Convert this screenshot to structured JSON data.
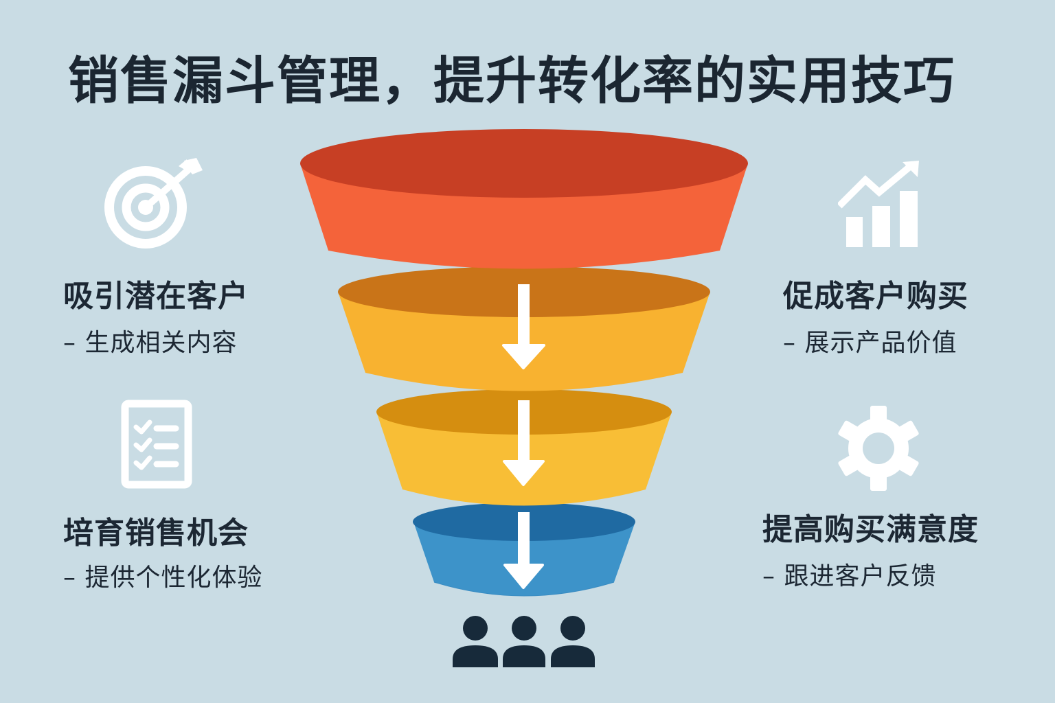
{
  "title": "销售漏斗管理，提升转化率的实用技巧",
  "colors": {
    "background": "#c9dce4",
    "text": "#1c2733",
    "stage1_top": "#c73f24",
    "stage1_side": "#f4633a",
    "stage2_top": "#c97418",
    "stage2_side": "#f8b230",
    "stage3_top": "#d58e10",
    "stage3_side": "#f8be36",
    "stage4_top": "#1f6aa2",
    "stage4_side": "#3d93c9",
    "arrow": "#ffffff",
    "people": "#172a3a"
  },
  "tips": [
    {
      "id": "attract",
      "icon": "target-icon",
      "heading": "吸引潜在客户",
      "detail": "– 生成相关内容"
    },
    {
      "id": "nurture",
      "icon": "checklist-icon",
      "heading": "培育销售机会",
      "detail": "– 提供个性化体验"
    },
    {
      "id": "close",
      "icon": "growth-chart-icon",
      "heading": "促成客户购买",
      "detail": "– 展示产品价值"
    },
    {
      "id": "satisfy",
      "icon": "gear-icon",
      "heading": "提高购买满意度",
      "detail": "– 跟进客户反馈"
    }
  ],
  "funnel": {
    "stages": 4,
    "arrows": 3,
    "output_icon": "customers-group-icon"
  }
}
